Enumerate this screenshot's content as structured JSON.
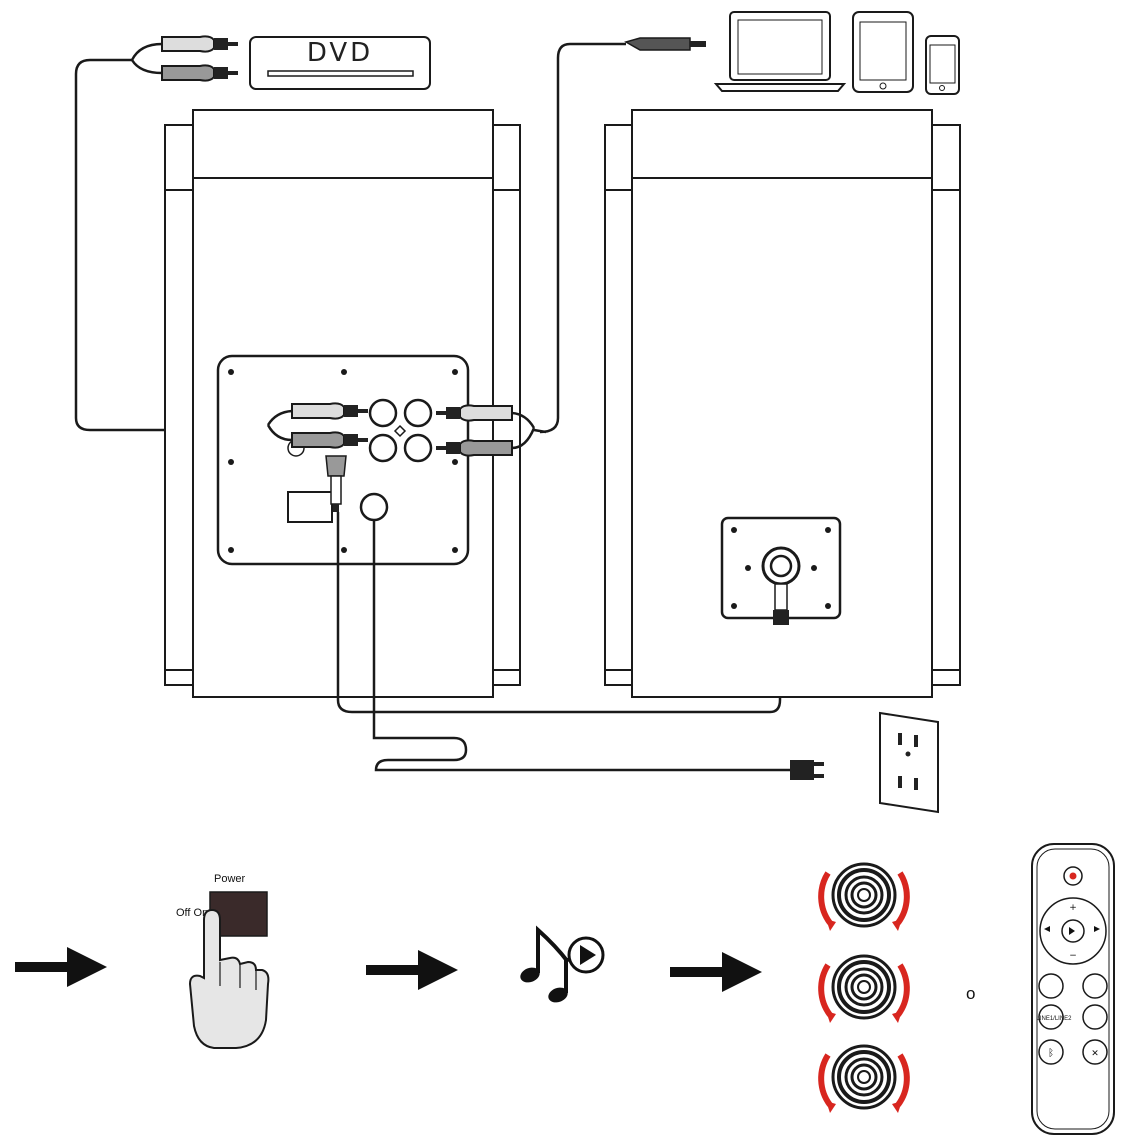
{
  "labels": {
    "dvd": "DVD",
    "power": "Power",
    "off_on": "Off On",
    "or": "o"
  },
  "remote": {
    "buttons": [
      "LINE1/LINE2"
    ]
  },
  "colors": {
    "line": "#1a1a1a",
    "knob_arrow": "#d8261f",
    "power_button": "#d8261f",
    "switch_face": "#3a2a2a"
  },
  "icons": [
    "dvd-player-icon",
    "laptop-icon",
    "tablet-icon",
    "phone-icon",
    "wall-outlet-icon",
    "hand-press-icon",
    "music-play-icon",
    "volume-knob-icon",
    "remote-control-icon",
    "arrow-right-icon"
  ]
}
